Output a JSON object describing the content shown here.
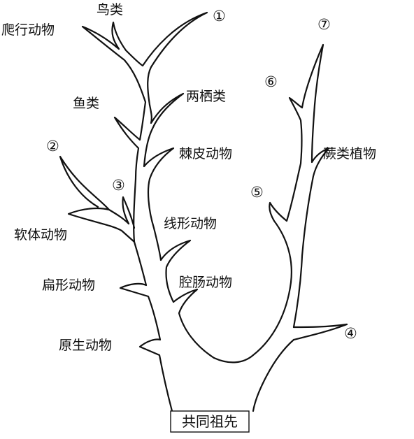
{
  "diagram": {
    "root_label": "共同祖先",
    "taxa": {
      "reptiles": "爬行动物",
      "birds": "鸟类",
      "fish": "鱼类",
      "amphibians": "两栖类",
      "echinoderms": "棘皮动物",
      "mollusks": "软体动物",
      "nematodes": "线形动物",
      "flatworms": "扁形动物",
      "cnidarians": "腔肠动物",
      "protozoa": "原生动物",
      "ferns": "蕨类植物"
    },
    "markers": {
      "m1": "①",
      "m2": "②",
      "m3": "③",
      "m4": "④",
      "m5": "⑤",
      "m6": "⑥",
      "m7": "⑦"
    }
  }
}
